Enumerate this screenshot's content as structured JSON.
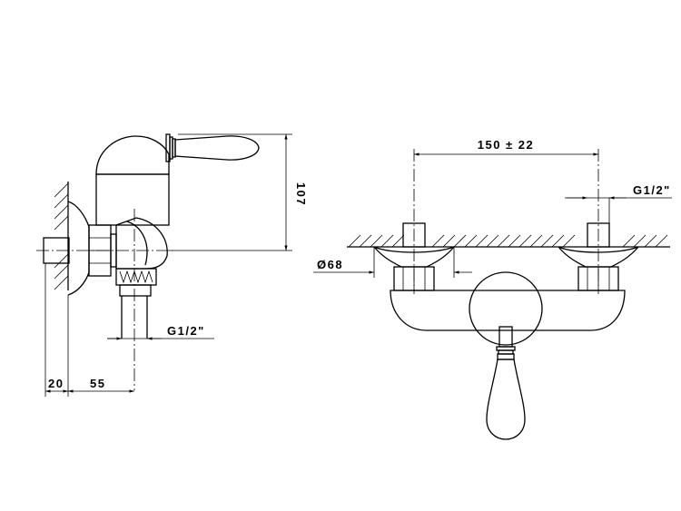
{
  "dimensions": {
    "height": "107",
    "wall_offset": "20",
    "depth": "55",
    "side_thread": "G1/2\"",
    "spacing": "150 ± 22",
    "front_thread": "G1/2\"",
    "rosette_diameter": "Ø68"
  }
}
